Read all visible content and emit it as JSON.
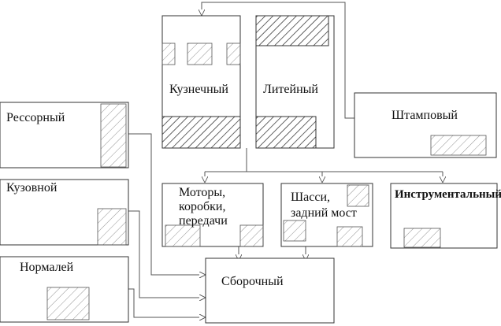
{
  "workshops": {
    "kuznechny": "Кузнечный",
    "liteyny": "Литейный",
    "shtampovy": "Штамповый",
    "ressorny": "Рессорный",
    "kuzovnoy": "Кузовной",
    "normaley": "Нормалей",
    "motory_line1": "Моторы,",
    "motory_line2": "коробки,",
    "motory_line3": "передачи",
    "shassi_line1": "Шасси,",
    "shassi_line2": "задний мост",
    "instrumentalny": "Инструментальный",
    "sborochny": "Сборочный"
  },
  "colors": {
    "stroke": "#333333",
    "hatch": "#555555",
    "background": "#ffffff"
  }
}
